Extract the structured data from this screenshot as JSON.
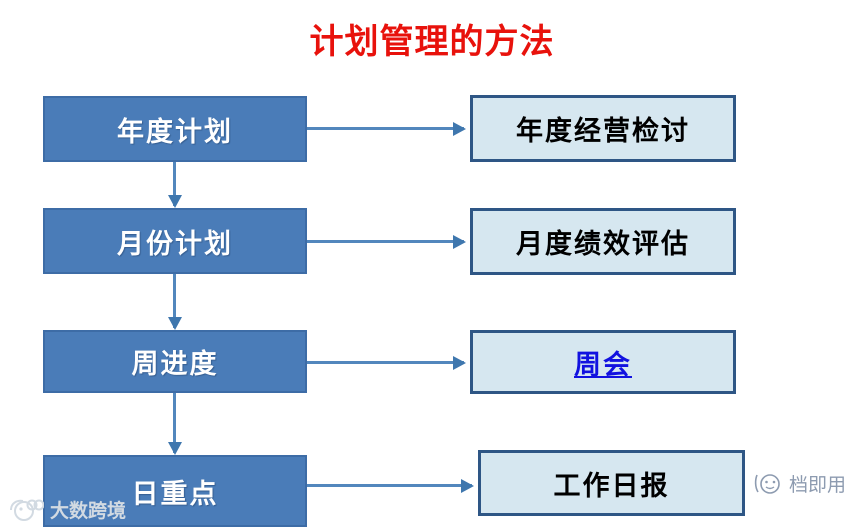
{
  "title": "计划管理的方法",
  "colors": {
    "title": "#e8120c",
    "left_box_fill": "#4a7cb8",
    "left_box_border": "#3d6ca6",
    "left_box_text": "#ffffff",
    "right_box_fill": "#d6e7f0",
    "right_box_border": "#2e5685",
    "right_box_text": "#000000",
    "link_text": "#1212e0",
    "arrow": "#5287bd",
    "background": "#ffffff"
  },
  "flow": {
    "left_column": [
      {
        "label": "年度计划"
      },
      {
        "label": "月份计划"
      },
      {
        "label": "周进度"
      },
      {
        "label": "日重点"
      }
    ],
    "right_column": [
      {
        "label": "年度经营检讨",
        "is_link": false
      },
      {
        "label": "月度绩效评估",
        "is_link": false
      },
      {
        "label": "周会",
        "is_link": true
      },
      {
        "label": "工作日报",
        "is_link": false
      }
    ]
  },
  "watermarks": {
    "left": "大数跨境",
    "right": "档即用"
  }
}
